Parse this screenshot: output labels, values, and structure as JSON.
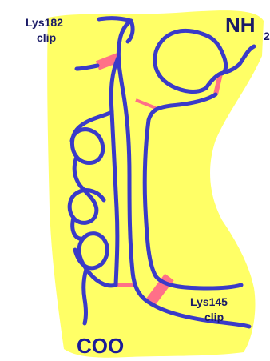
{
  "labels": {
    "lys182_line1": "Lys182",
    "lys182_line2": "clip",
    "nh2_main": "NH",
    "nh2_sub": "2",
    "lys145_line1": "Lys145",
    "lys145_line2": "clip",
    "coo": "COO"
  },
  "colors": {
    "background_blob": "#ffff66",
    "chain": "#3a3ac8",
    "clip": "#ff7088",
    "label_text": "#1a1a66",
    "terminal_text": "#1a1a99"
  }
}
